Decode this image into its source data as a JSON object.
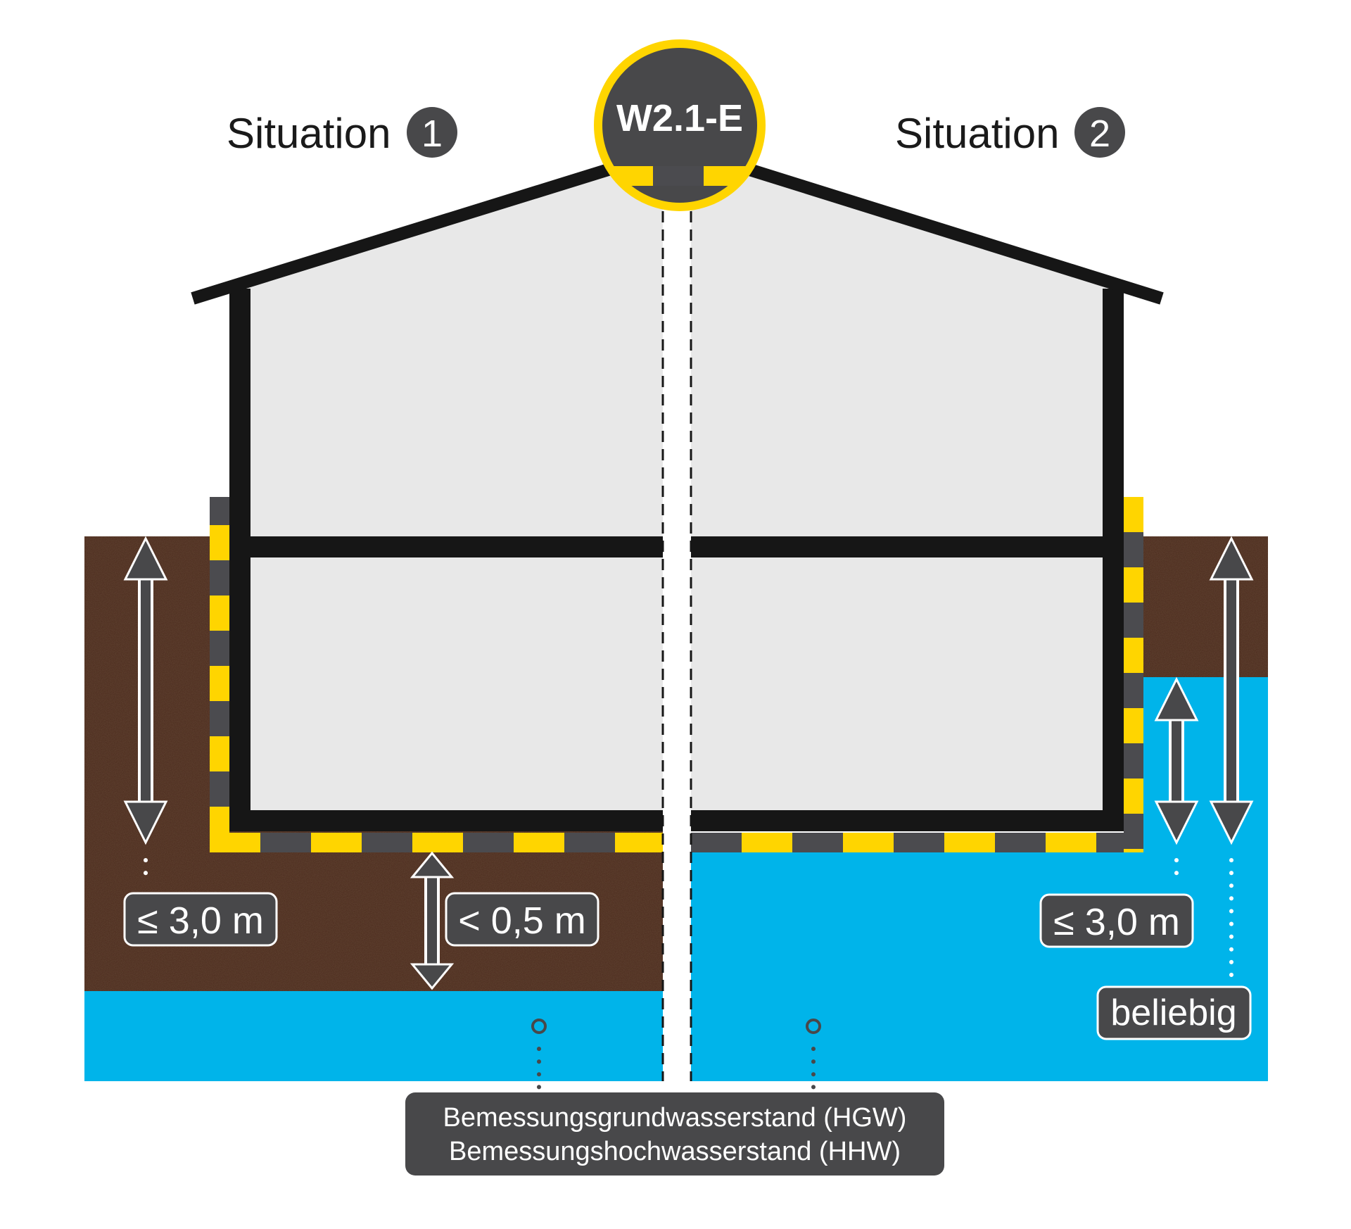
{
  "heading": {
    "left_word": "Situation",
    "left_number": "1",
    "right_word": "Situation",
    "right_number": "2",
    "badge": "W2.1-E"
  },
  "labels": {
    "left_depth": "≤ 3,0 m",
    "gap": "< 0,5 m",
    "right_depth": "≤ 3,0 m",
    "any": "beliebig",
    "legend_line1": "Bemessungsgrundwasserstand (HGW)",
    "legend_line2": "Bemessungshochwasserstand (HHW)"
  },
  "colors": {
    "soil": "#4a2a1c",
    "water": "#00b4ea",
    "interior": "#e8e8e8",
    "wall": "#161616",
    "seal_yellow": "#ffd500",
    "seal_gray": "#4b4b4f",
    "label_box": "#48484a",
    "badge_ring": "#ffd500"
  }
}
